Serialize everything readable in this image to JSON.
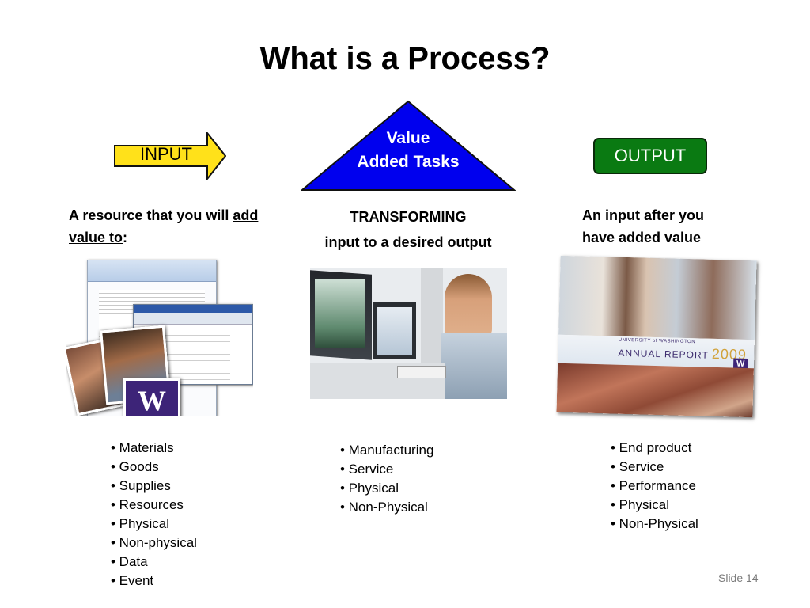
{
  "title": "What is a Process?",
  "input": {
    "label": "INPUT",
    "desc_prefix": "A resource that you will ",
    "desc_underlined": "add value to",
    "desc_suffix": ":",
    "bullets": [
      "• Materials",
      "• Goods",
      "• Supplies",
      "• Resources",
      "• Physical",
      "• Non-physical",
      "• Data",
      "• Event"
    ]
  },
  "process": {
    "triangle_line1": "Value",
    "triangle_line2": "Added Tasks",
    "desc_line1": "TRANSFORMING",
    "desc_line2": "input to a desired output",
    "bullets": [
      "• Manufacturing",
      "• Service",
      "• Physical",
      "• Non-Physical"
    ]
  },
  "output": {
    "label": "OUTPUT",
    "desc_line1": "An input after you",
    "desc_line2": "have added value",
    "bullets": [
      "• End product",
      "• Service",
      "• Performance",
      "• Physical",
      "• Non-Physical"
    ]
  },
  "images": {
    "report_line1": "UNIVERSITY of WASHINGTON",
    "report_line2": "ANNUAL REPORT",
    "report_year": "2009",
    "logo_letter": "W"
  },
  "slide_number": "Slide 14",
  "colors": {
    "input_arrow": "#ffe11a",
    "triangle": "#0000ee",
    "output_box": "#0a7a12"
  }
}
